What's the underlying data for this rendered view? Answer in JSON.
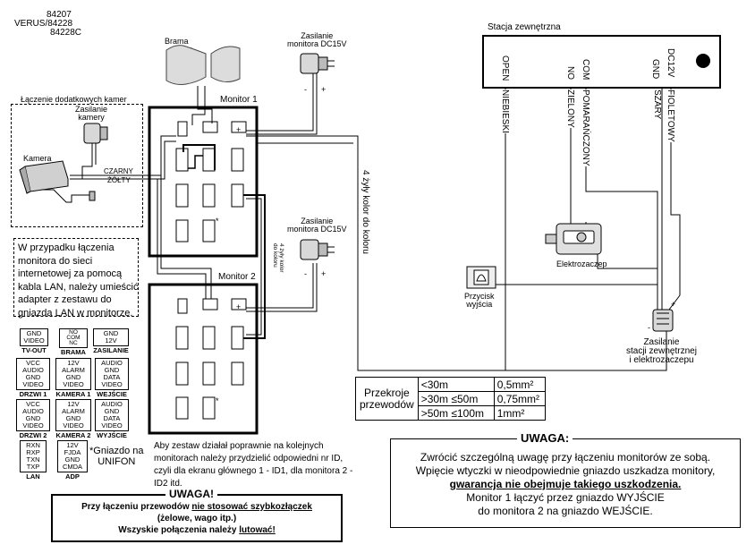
{
  "model": {
    "line1": "84207",
    "line2": "VERUS/84228",
    "line3": "84228C"
  },
  "labels": {
    "brama": "Brama",
    "zasilanie_monitora_1": "Zasilanie\nmonitora DC15V",
    "zasilanie_monitora_2": "Zasilanie\nmonitora DC15V",
    "monitor1": "Monitor 1",
    "monitor2": "Monitor 2",
    "laczenie_kamer": "Łączenie dodatkowych kamer",
    "zasilanie_kamery": "Zasilanie\nkamery",
    "kamera": "Kamera",
    "czarny": "CZARNY",
    "zolty": "ŻÓŁTY",
    "four_wires_vertical": "4 żyły kolor do koloru",
    "four_wires_small": "4 żyły kolor do koloru",
    "stacja": "Stacja zewnętrzna",
    "elektrozaczep": "Elektrozaczep",
    "przycisk": "Przycisk\nwyjścia",
    "zasilanie_stacji": "Zasilanie\nstacji zewnętrznej\ni elektrozaczepu",
    "plus": "+",
    "minus": "-",
    "star": "*"
  },
  "station_terminals": [
    "OPEN",
    "NO",
    "COM",
    "GND",
    "DC12V"
  ],
  "station_wire_colors": [
    "NIEBIESKI",
    "ZIELONY",
    "POMARAŃCZONY",
    "SZARY",
    "FIOLETOWY"
  ],
  "lan_note": "W przypadku łączenia monitora do sieci internetowej za pomocą kabla LAN, należy umieścić adapter z zestawu do gniazda LAN w monitorze.",
  "id_note": "Aby zestaw działał poprawnie na kolejnych monitorach należy przydzielić odpowiedni nr ID, czyli dla ekranu głównego 1 - ID1, dla monitora 2 - ID2 itd.",
  "legend": [
    {
      "pins": "GND\nVIDEO",
      "label": "TV-OUT"
    },
    {
      "pins": "NO\nCOM\nNC",
      "label": "BRAMA"
    },
    {
      "pins": "GND\n12V",
      "label": "ZASILANIE"
    },
    {
      "pins": "VCC\nAUDIO\nGND\nVIDEO",
      "label": "DRZWI 1"
    },
    {
      "pins": "12V\nALARM\nGND\nVIDEO",
      "label": "KAMERA 1"
    },
    {
      "pins": "AUDIO\nGND\nDATA\nVIDEO",
      "label": "WEJŚCIE"
    },
    {
      "pins": "VCC\nAUDIO\nGND\nVIDEO",
      "label": "DRZWI 2"
    },
    {
      "pins": "12V\nALARM\nGND\nVIDEO",
      "label": "KAMERA 2"
    },
    {
      "pins": "AUDIO\nGND\nDATA\nVIDEO",
      "label": "WYJŚCIE"
    },
    {
      "pins": "RXN\nRXP\nTXN\nTXP",
      "label": "LAN"
    },
    {
      "pins": "12V\nFJDA\nGND\nCMDA",
      "label": "ADP"
    }
  ],
  "unifon_note": "*Gniazdo na\nUNIFON",
  "wire_table": {
    "header": "Przekroje\nprzewodów",
    "rows": [
      {
        "length": "<30m",
        "section": "0,5mm²"
      },
      {
        "length": ">30m  ≤50m",
        "section": "0,75mm²"
      },
      {
        "length": ">50m  ≤100m",
        "section": "1mm²"
      }
    ]
  },
  "uwaga_right": {
    "title": "UWAGA:",
    "line1": "Zwrócić szczególną uwagę przy łączeniu monitorów ze sobą.",
    "line2": "Wpięcie wtyczki w nieodpowiednie gniazdo uszkadza monitory,",
    "line3": "gwarancja nie obejmuje takiego uszkodzenia.",
    "line4": "Monitor 1 łączyć przez gniazdo WYJŚCIE",
    "line5": "do monitora 2 na gniazdo WEJŚCIE."
  },
  "uwaga_left": {
    "title": "UWAGA!",
    "l1a": "Przy łączeniu przewodów ",
    "l1b": "nie stosować szybkozłączek",
    "l2": "(żelowe, wago itp.)",
    "l3a": "Wszyskie połączenia należy ",
    "l3b": "lutować!"
  }
}
